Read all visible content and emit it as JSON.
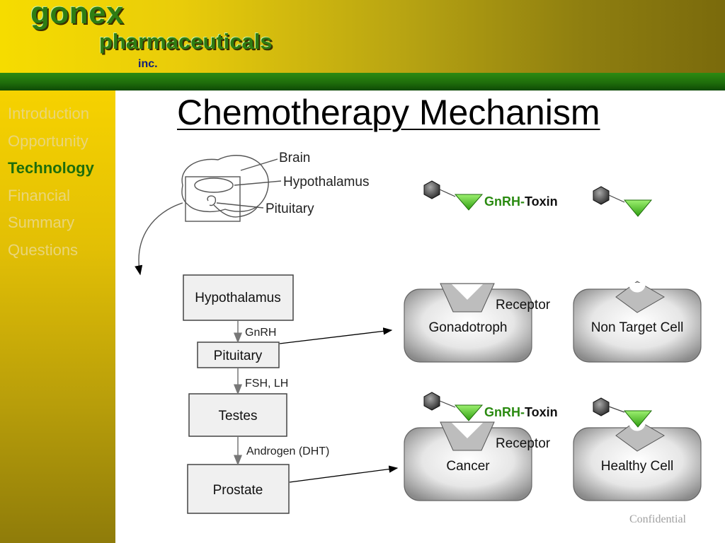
{
  "header": {
    "logo_line1": "gonex",
    "logo_line2": "pharmaceuticals",
    "logo_line3": "inc."
  },
  "sidebar": {
    "items": [
      {
        "label": "Introduction",
        "active": false
      },
      {
        "label": "Opportunity",
        "active": false
      },
      {
        "label": "Technology",
        "active": true
      },
      {
        "label": "Financial",
        "active": false
      },
      {
        "label": "Summary",
        "active": false
      },
      {
        "label": "Questions",
        "active": false
      }
    ]
  },
  "slide": {
    "title": "Chemotherapy Mechanism",
    "brain_labels": {
      "brain": "Brain",
      "hypothalamus": "Hypothalamus",
      "pituitary": "Pituitary"
    },
    "flowchart": {
      "boxes": [
        "Hypothalamus",
        "Pituitary",
        "Testes",
        "Prostate"
      ],
      "arrows": [
        "GnRH",
        "FSH, LH",
        "Androgen (DHT)"
      ]
    },
    "conjugate_label": {
      "part1": "GnRH-",
      "part2": "Toxin"
    },
    "cells": {
      "gonadotroph": "Gonadotroph",
      "non_target": "Non Target Cell",
      "cancer": "Cancer",
      "healthy": "Healthy Cell",
      "receptor_top": "Receptor",
      "receptor_bottom": "Receptor"
    },
    "footer": "Confidential"
  },
  "colors": {
    "header_yellow": "#f6dc00",
    "header_green": "#1f6e0b",
    "toxin_green": "#39b51a",
    "gnrh_label_green": "#2a8a10",
    "nav_active": "#1f6e0b",
    "nav_inactive": "#e9d57a"
  }
}
